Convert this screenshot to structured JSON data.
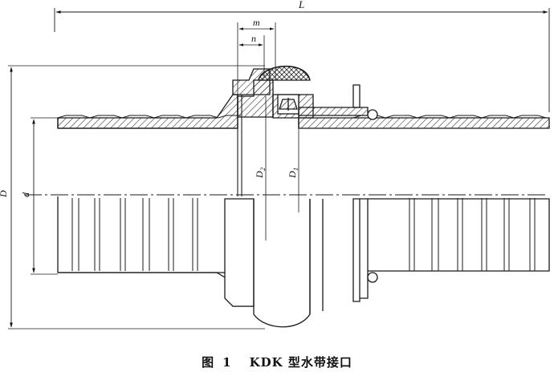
{
  "dimensions": {
    "L": "L",
    "m": "m",
    "n": "n",
    "D": "D",
    "d": "d",
    "D2": "D",
    "D2_sub": "2",
    "D1": "D",
    "D1_sub": "1"
  },
  "caption": {
    "figure": "图",
    "number": "1",
    "title": "KDK 型水带接口"
  },
  "colors": {
    "line": "#1a1a1a",
    "hatch": "#333333",
    "background": "#ffffff"
  }
}
